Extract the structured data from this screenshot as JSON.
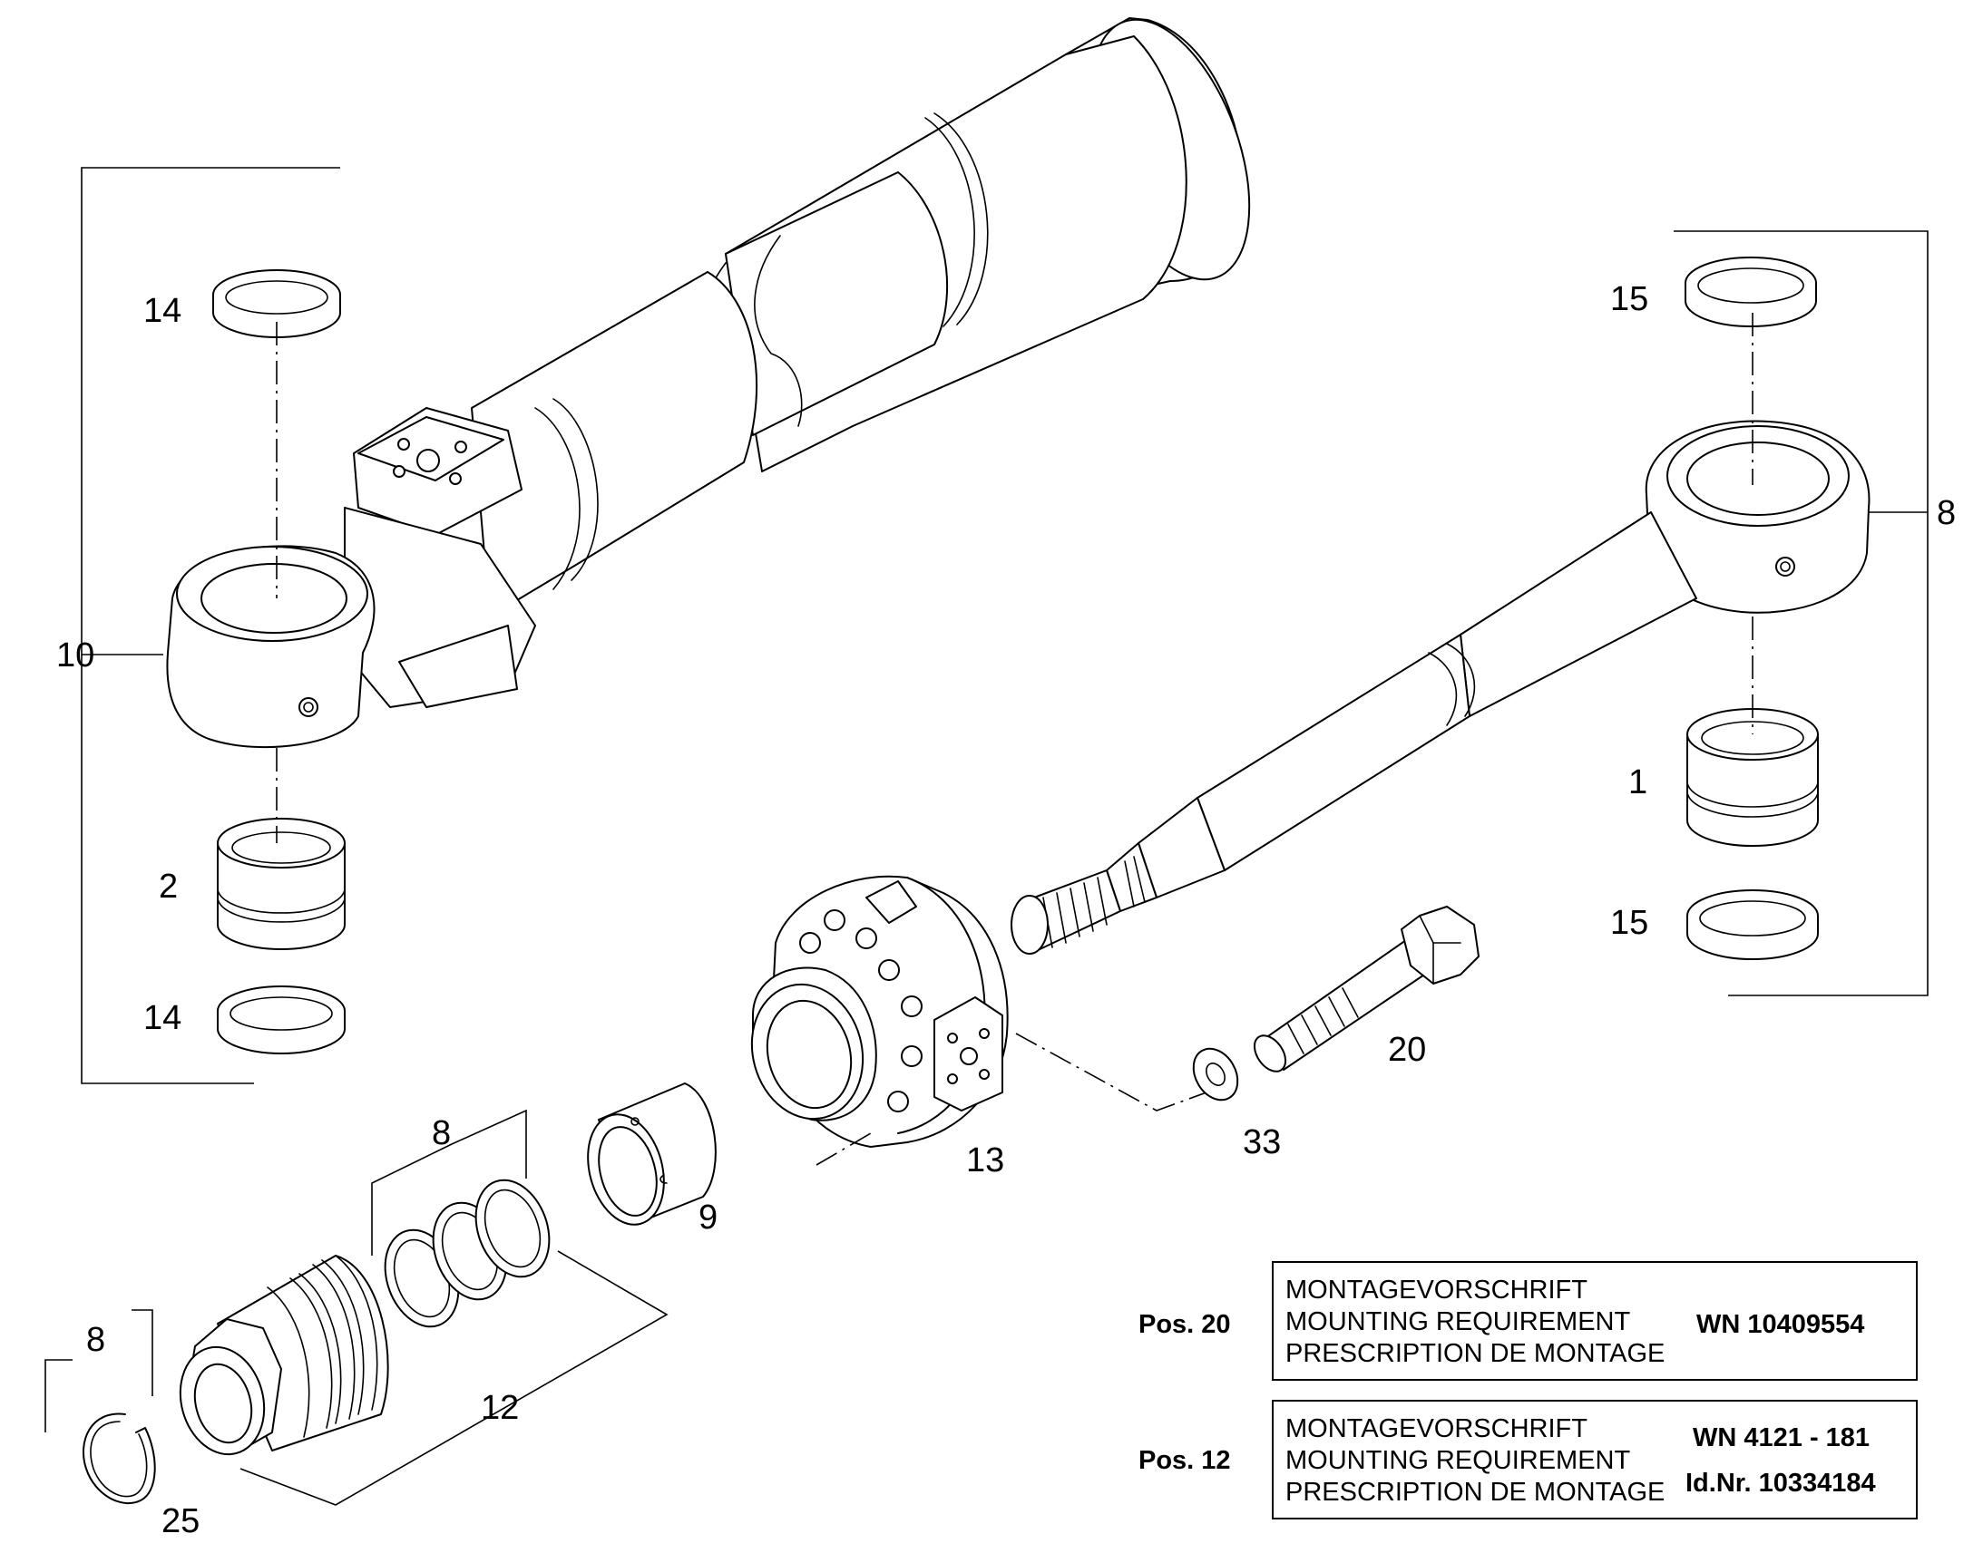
{
  "labels": {
    "p14_top": "14",
    "p10": "10",
    "p2": "2",
    "p14_bottom": "14",
    "p15_top": "15",
    "p8_rod": "8",
    "p1": "1",
    "p15_bottom": "15",
    "p20": "20",
    "p33": "33",
    "p13": "13",
    "p9": "9",
    "p8_seals": "8",
    "p12": "12",
    "p8_ring": "8",
    "p25": "25"
  },
  "requirements": [
    {
      "pos": "Pos. 20",
      "lines": [
        "MONTAGEVORSCHRIFT",
        "MOUNTING REQUIREMENT",
        "PRESCRIPTION DE MONTAGE"
      ],
      "codes": [
        "WN 10409554"
      ]
    },
    {
      "pos": "Pos. 12",
      "lines": [
        "MONTAGEVORSCHRIFT",
        "MOUNTING REQUIREMENT",
        "PRESCRIPTION DE MONTAGE"
      ],
      "codes": [
        "WN 4121 - 181",
        "Id.Nr. 10334184"
      ]
    }
  ]
}
